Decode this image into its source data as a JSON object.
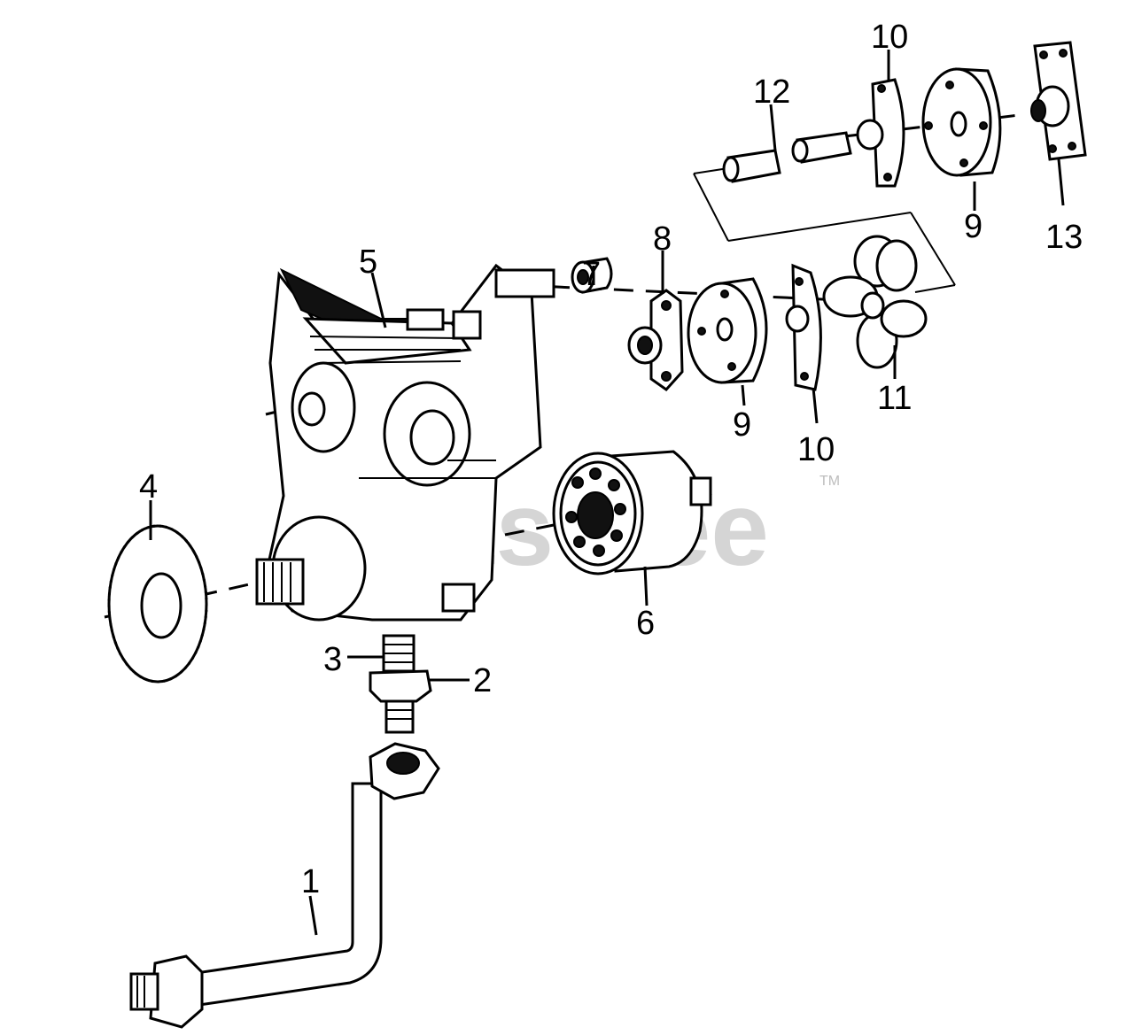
{
  "watermark": {
    "text": "PartsTree",
    "trademark": "TM"
  },
  "callouts": [
    {
      "id": "1",
      "text": "1"
    },
    {
      "id": "2",
      "text": "2"
    },
    {
      "id": "3",
      "text": "3"
    },
    {
      "id": "4",
      "text": "4"
    },
    {
      "id": "5",
      "text": "5"
    },
    {
      "id": "6",
      "text": "6"
    },
    {
      "id": "7",
      "text": "7"
    },
    {
      "id": "8",
      "text": "8"
    },
    {
      "id": "9a",
      "text": "9"
    },
    {
      "id": "9b",
      "text": "9"
    },
    {
      "id": "10a",
      "text": "10"
    },
    {
      "id": "10b",
      "text": "10"
    },
    {
      "id": "11",
      "text": "11"
    },
    {
      "id": "12",
      "text": "12"
    },
    {
      "id": "13",
      "text": "13"
    }
  ],
  "icons": [
    "hydraulic-pump-icon",
    "oil-filter-icon",
    "gasket-icon",
    "impeller-icon",
    "tube-fitting-icon"
  ]
}
